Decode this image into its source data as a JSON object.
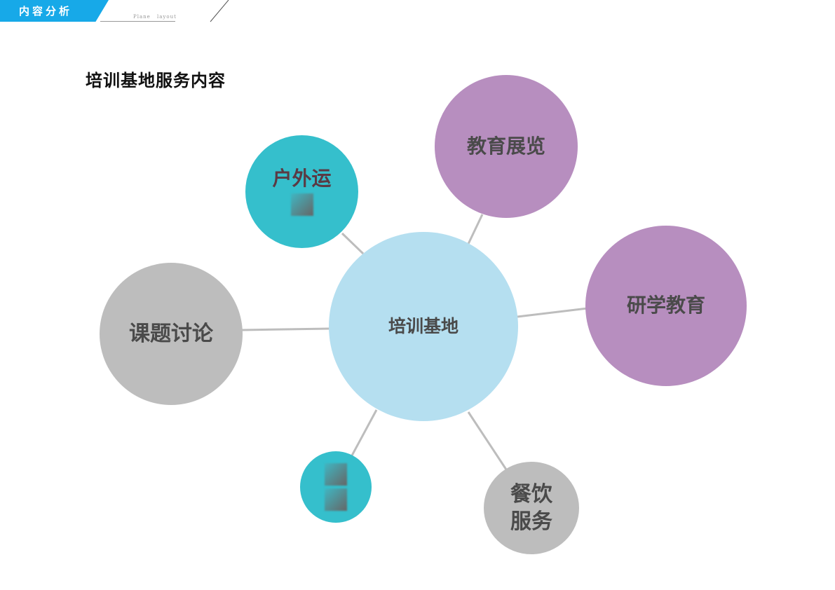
{
  "header": {
    "section_label": "内容分析",
    "subtitle": "Plane  layout",
    "accent_color": "#17a9e8"
  },
  "page_title": "培训基地服务内容",
  "diagram": {
    "center": {
      "label": "培训基地",
      "color": "#b5dff0"
    },
    "nodes": [
      {
        "id": "outdoor",
        "label": "户外运",
        "color": "#35bfcc",
        "note": "partially obscured label"
      },
      {
        "id": "exhibition",
        "label": "教育展览",
        "color": "#b78ebf"
      },
      {
        "id": "research",
        "label": "研学教育",
        "color": "#b78ebf"
      },
      {
        "id": "discussion",
        "label": "课题讨论",
        "color": "#bdbdbd"
      },
      {
        "id": "small",
        "label": "",
        "color": "#35bfcc",
        "note": "obscured label"
      },
      {
        "id": "catering",
        "label_line1": "餐饮",
        "label_line2": "服务",
        "color": "#bdbdbd"
      }
    ],
    "connector_color": "#bdbdbd"
  }
}
